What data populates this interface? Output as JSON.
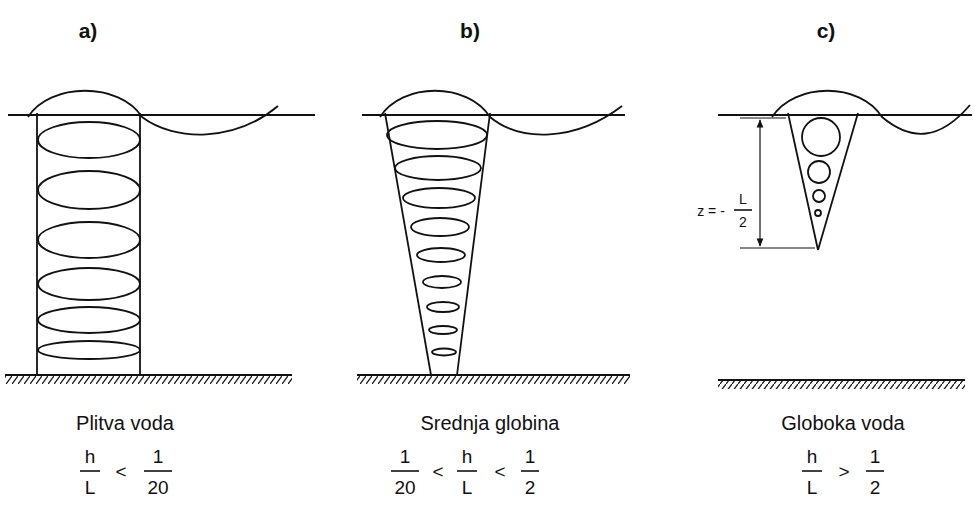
{
  "diagram": {
    "labels": [
      "a)",
      "b)",
      "c)",
      "z = -",
      "L",
      "2",
      "Plitva voda",
      "h",
      "L",
      "<",
      "1",
      "20",
      "Srednja globina",
      "1",
      "20",
      "<",
      "h",
      "L",
      "<",
      "1",
      "2",
      "Globoka voda",
      "h",
      "L",
      ">",
      "1",
      "2"
    ]
  }
}
